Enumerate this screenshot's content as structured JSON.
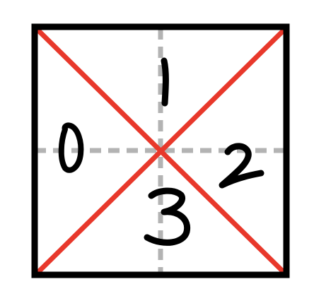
{
  "diagram": {
    "description_free": true,
    "regions": [
      {
        "label": "0"
      },
      {
        "label": "1"
      },
      {
        "label": "2"
      },
      {
        "label": "3"
      }
    ],
    "colors": {
      "frame": "#000000",
      "diagonals": "#e8382b",
      "midlines": "#b3b3b3",
      "digits": "#000000",
      "background": "#ffffff"
    },
    "icons": {
      "square": "square-frame",
      "diagonals": "x-cross",
      "midlines": "dashed-cross"
    }
  }
}
